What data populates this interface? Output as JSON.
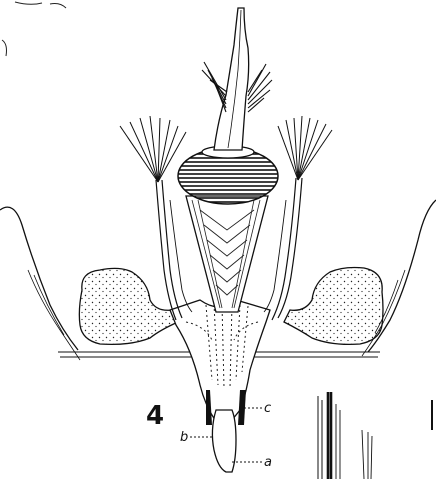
{
  "figure": {
    "number": "4",
    "labels": {
      "a": "a",
      "b": "b",
      "c": "c"
    }
  }
}
